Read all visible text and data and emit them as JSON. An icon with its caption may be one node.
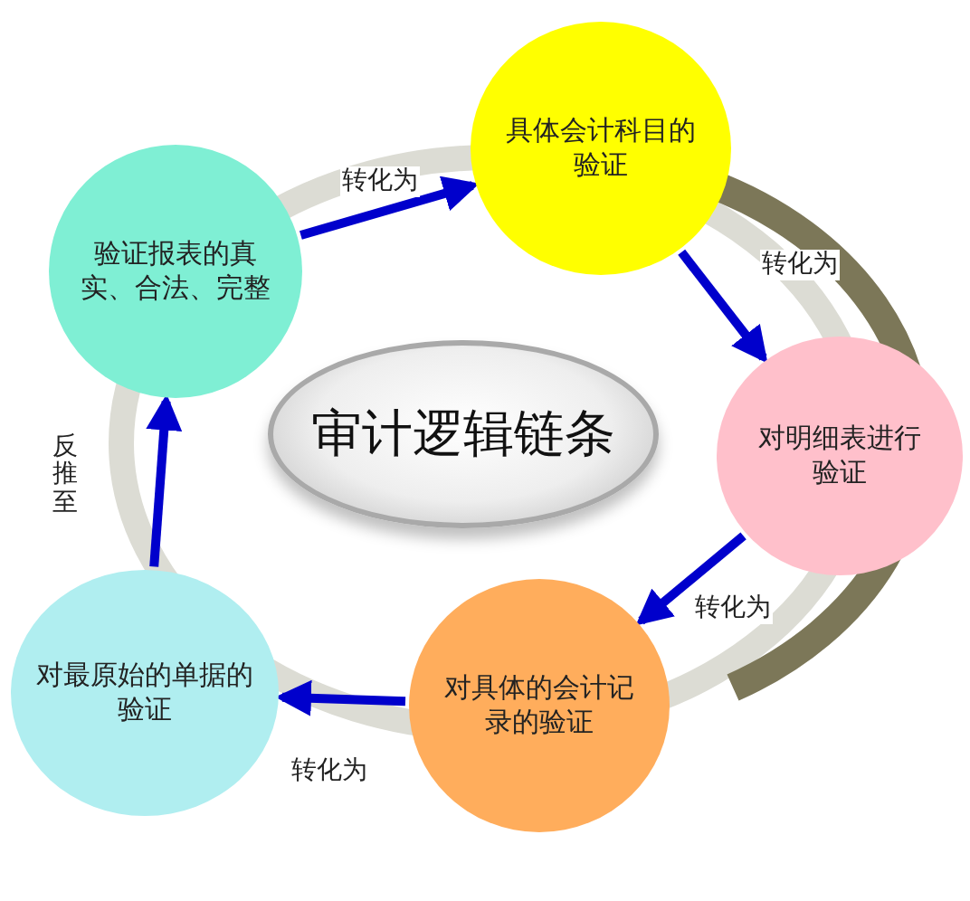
{
  "diagram": {
    "nodes": [
      {
        "text": [
          "验证报表的真实、合法、完整"
        ]
      },
      {
        "text": [
          "具体会计科目的验证"
        ]
      },
      {
        "text": [
          "对明细表进行验证"
        ]
      },
      {
        "text": [
          "对具体的会计记录的验证"
        ]
      },
      {
        "text": [
          "对最原始的单据的验证"
        ]
      },
      {
        "text": [
          "审计逻辑链条"
        ]
      }
    ],
    "edges": [
      {
        "from": 0,
        "to": 1,
        "arrow": "to",
        "label": "转化为"
      },
      {
        "from": 1,
        "to": 2,
        "arrow": "to",
        "label": "转化为"
      },
      {
        "from": 2,
        "to": 3,
        "arrow": "to",
        "label": "转化为"
      },
      {
        "from": 3,
        "to": 4,
        "arrow": "to",
        "label": "转化为"
      },
      {
        "from": 4,
        "to": 0,
        "arrow": "to",
        "label": "反推至"
      }
    ]
  }
}
